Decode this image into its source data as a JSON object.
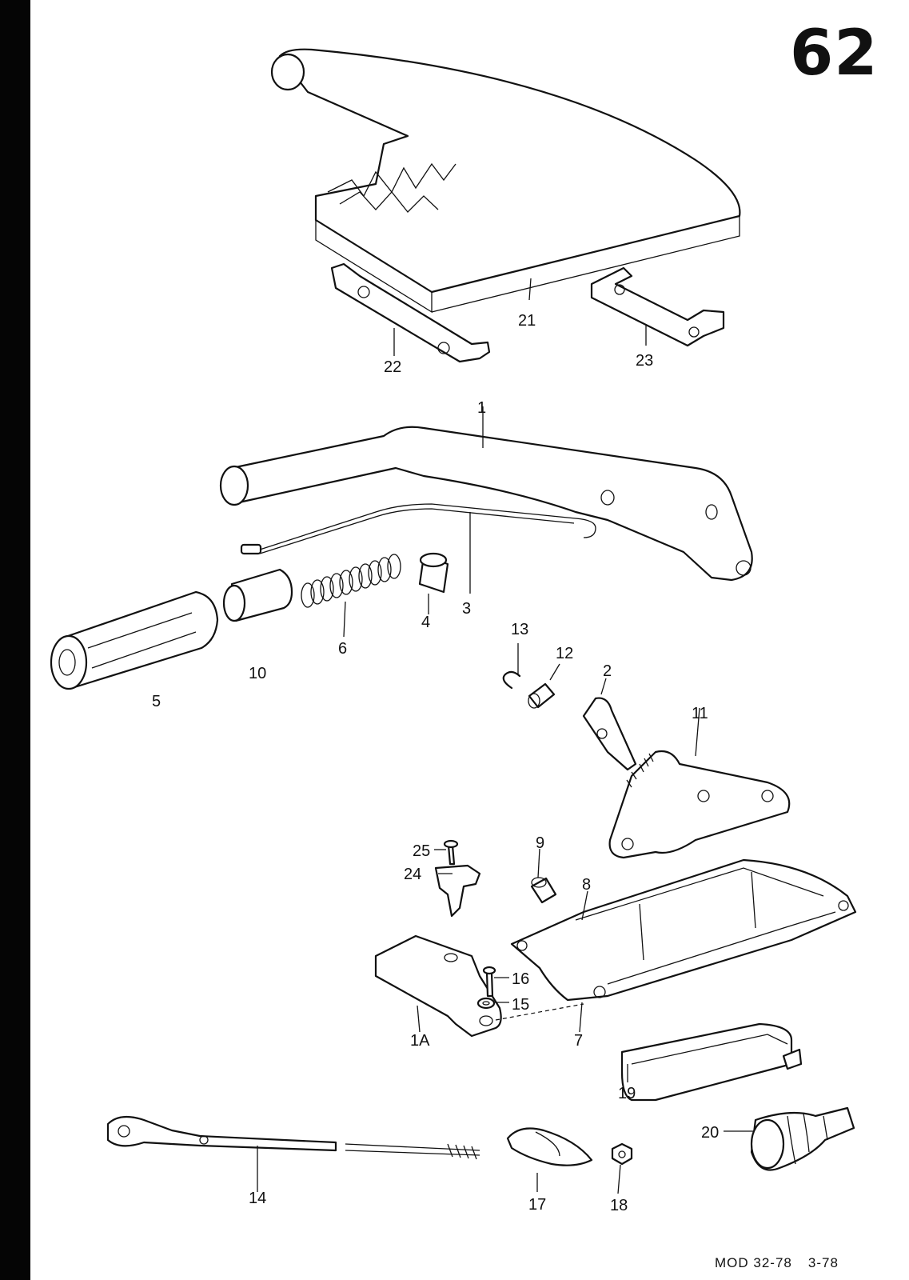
{
  "page_number": "62",
  "footer": {
    "model_code": "MOD 32-78",
    "date_code": "3-78"
  },
  "callouts": [
    "1",
    "1A",
    "2",
    "3",
    "4",
    "5",
    "6",
    "7",
    "8",
    "9",
    "10",
    "11",
    "12",
    "13",
    "14",
    "15",
    "16",
    "17",
    "18",
    "19",
    "20",
    "21",
    "22",
    "23",
    "24",
    "25"
  ]
}
